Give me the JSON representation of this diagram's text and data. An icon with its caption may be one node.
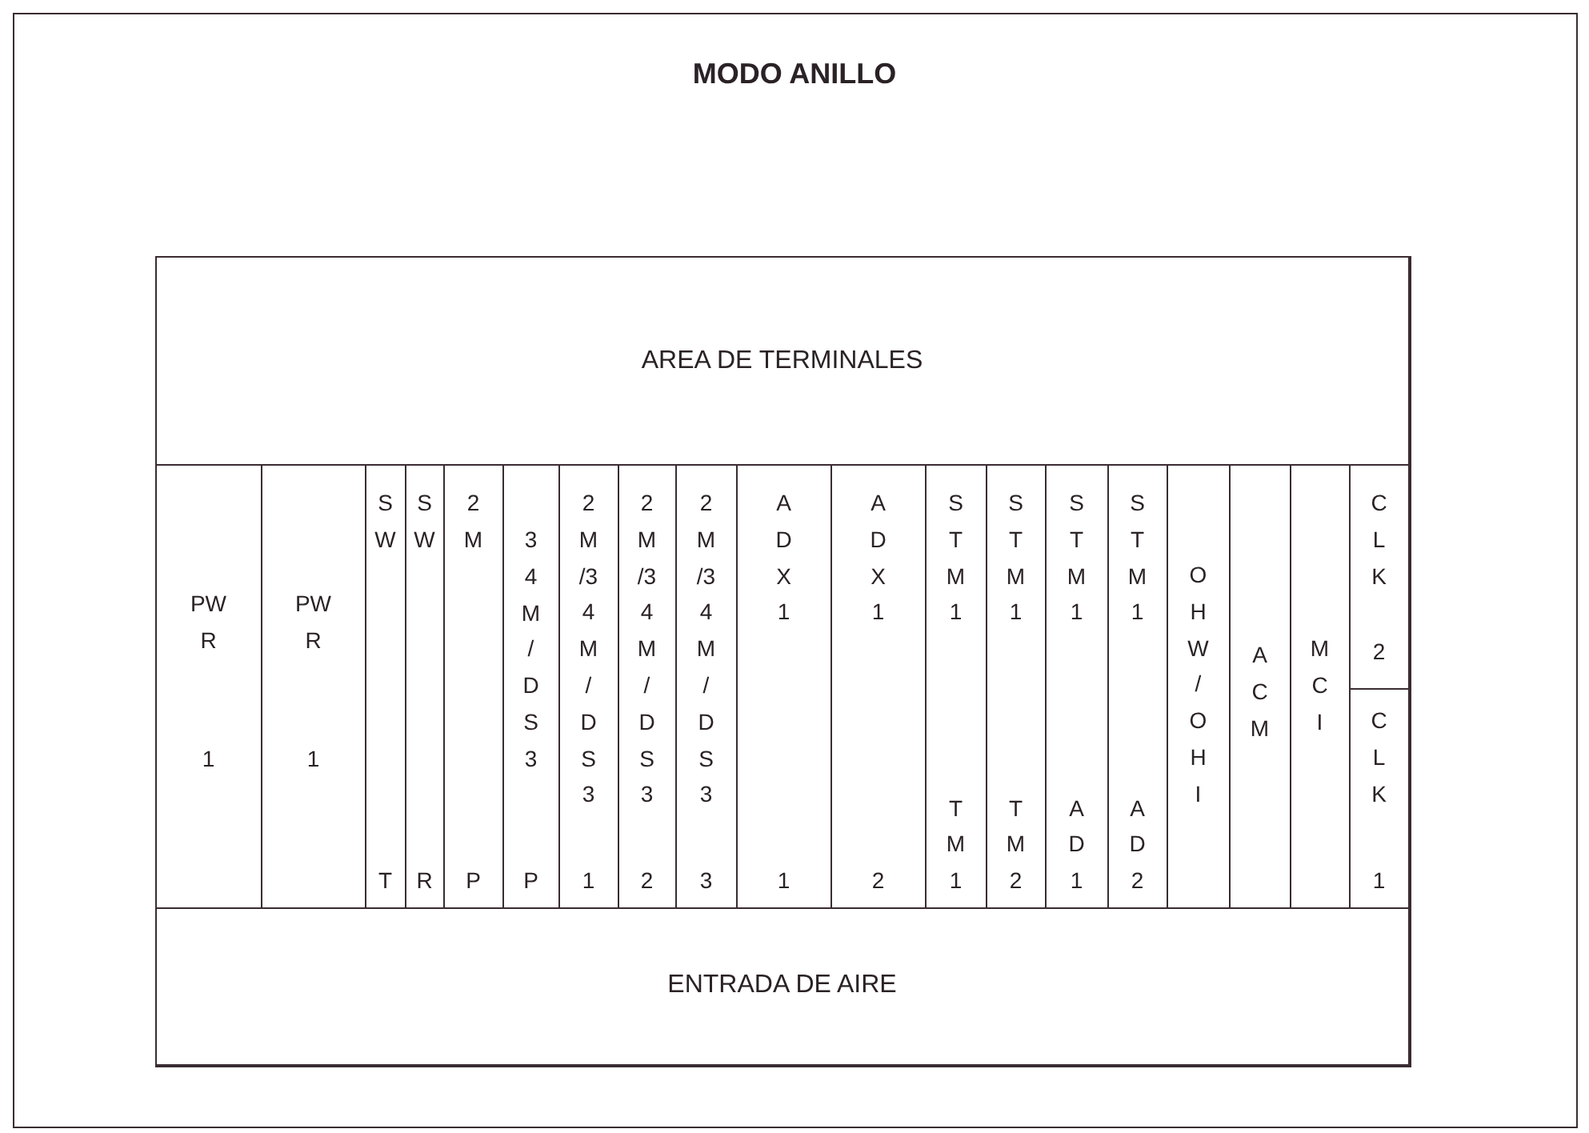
{
  "diagram": {
    "title": "MODO ANILLO",
    "nodes": [
      {
        "text": [],
        "shape": "box"
      },
      {
        "text": [
          "AREA DE TERMINALES"
        ],
        "in": 0
      },
      {
        "text": [
          "PWR",
          "1"
        ],
        "in": 0
      },
      {
        "text": [
          "PWR",
          "1"
        ],
        "in": 0
      },
      {
        "text": [
          "SW",
          "T"
        ],
        "in": 0
      },
      {
        "text": [
          "SW",
          "R"
        ],
        "in": 0
      },
      {
        "text": [
          "2M",
          "P"
        ],
        "in": 0
      },
      {
        "text": [
          "34M/DS3",
          "P"
        ],
        "in": 0
      },
      {
        "text": [
          "2M/34M/DS3",
          "1"
        ],
        "in": 0
      },
      {
        "text": [
          "2M/34M/DS3",
          "2"
        ],
        "in": 0
      },
      {
        "text": [
          "2M/34M/DS3",
          "3"
        ],
        "in": 0
      },
      {
        "text": [
          "ADX1",
          "1"
        ],
        "in": 0
      },
      {
        "text": [
          "ADX1",
          "2"
        ],
        "in": 0
      },
      {
        "text": [
          "STM1",
          "TM1"
        ],
        "in": 0
      },
      {
        "text": [
          "STM1",
          "TM2"
        ],
        "in": 0
      },
      {
        "text": [
          "STM1",
          "AD1"
        ],
        "in": 0
      },
      {
        "text": [
          "STM1",
          "AD2"
        ],
        "in": 0
      },
      {
        "text": [
          "OHW/OHI"
        ],
        "in": 0
      },
      {
        "text": [
          "ACM"
        ],
        "in": 0
      },
      {
        "text": [
          "MCI"
        ],
        "in": 0
      },
      {
        "text": [
          "CLK",
          "2"
        ],
        "in": 0
      },
      {
        "text": [
          "CLK",
          "1"
        ],
        "in": 0
      },
      {
        "text": [
          "ENTRADA DE AIRE"
        ],
        "in": 0
      }
    ]
  }
}
